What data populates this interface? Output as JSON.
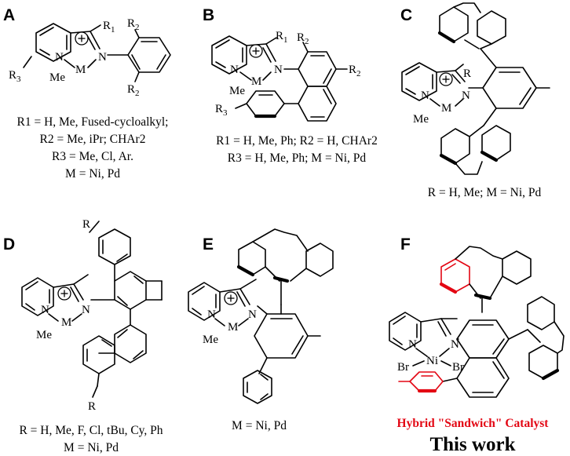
{
  "panels": {
    "A": {
      "letter": "A",
      "labels": {
        "r1": "R",
        "r1_sub": "1",
        "r2": "R",
        "r2_sub": "2",
        "r2b": "R",
        "r2b_sub": "2",
        "r3": "R",
        "r3_sub": "3",
        "n1": "N",
        "n2": "N",
        "m": "M",
        "me": "Me"
      },
      "caption": [
        "R1 = H, Me,  Fused-cycloalkyl;",
        "R2 = Me, iPr; CHAr2",
        "R3 = Me, Cl, Ar.",
        "M = Ni, Pd"
      ]
    },
    "B": {
      "letter": "B",
      "labels": {
        "r1": "R",
        "r1_sub": "1",
        "r2": "R",
        "r2_sub": "2",
        "r2b": "R",
        "r2b_sub": "2",
        "r3": "R",
        "r3_sub": "3",
        "n1": "N",
        "n2": "N",
        "m": "M",
        "me": "Me"
      },
      "caption": [
        "R1 = H, Me, Ph; R2 = H, CHAr2",
        "R3 = H, Me, Ph; M = Ni, Pd"
      ]
    },
    "C": {
      "letter": "C",
      "labels": {
        "r": "R",
        "n1": "N",
        "n2": "N",
        "m": "M",
        "me": "Me"
      },
      "caption": [
        "R = H, Me; M = Ni, Pd"
      ]
    },
    "D": {
      "letter": "D",
      "labels": {
        "r_top": "R",
        "r_bottom": "R",
        "n1": "N",
        "n2": "N",
        "m": "M",
        "me": "Me"
      },
      "caption": [
        "R = H, Me, F, Cl, tBu, Cy, Ph",
        "M = Ni, Pd"
      ]
    },
    "E": {
      "letter": "E",
      "labels": {
        "n1": "N",
        "n2": "N",
        "m": "M",
        "me": "Me"
      },
      "caption": [
        "M = Ni, Pd"
      ]
    },
    "F": {
      "letter": "F",
      "labels": {
        "n1": "N",
        "n2": "N",
        "ni": "Ni",
        "br1": "Br",
        "br2": "Br"
      },
      "tagline": "Hybrid \"Sandwich\" Catalyst",
      "work": "This work"
    }
  },
  "symbols": {
    "plus": "+"
  },
  "colors": {
    "ink": "#000000",
    "highlight": "#e30613"
  }
}
